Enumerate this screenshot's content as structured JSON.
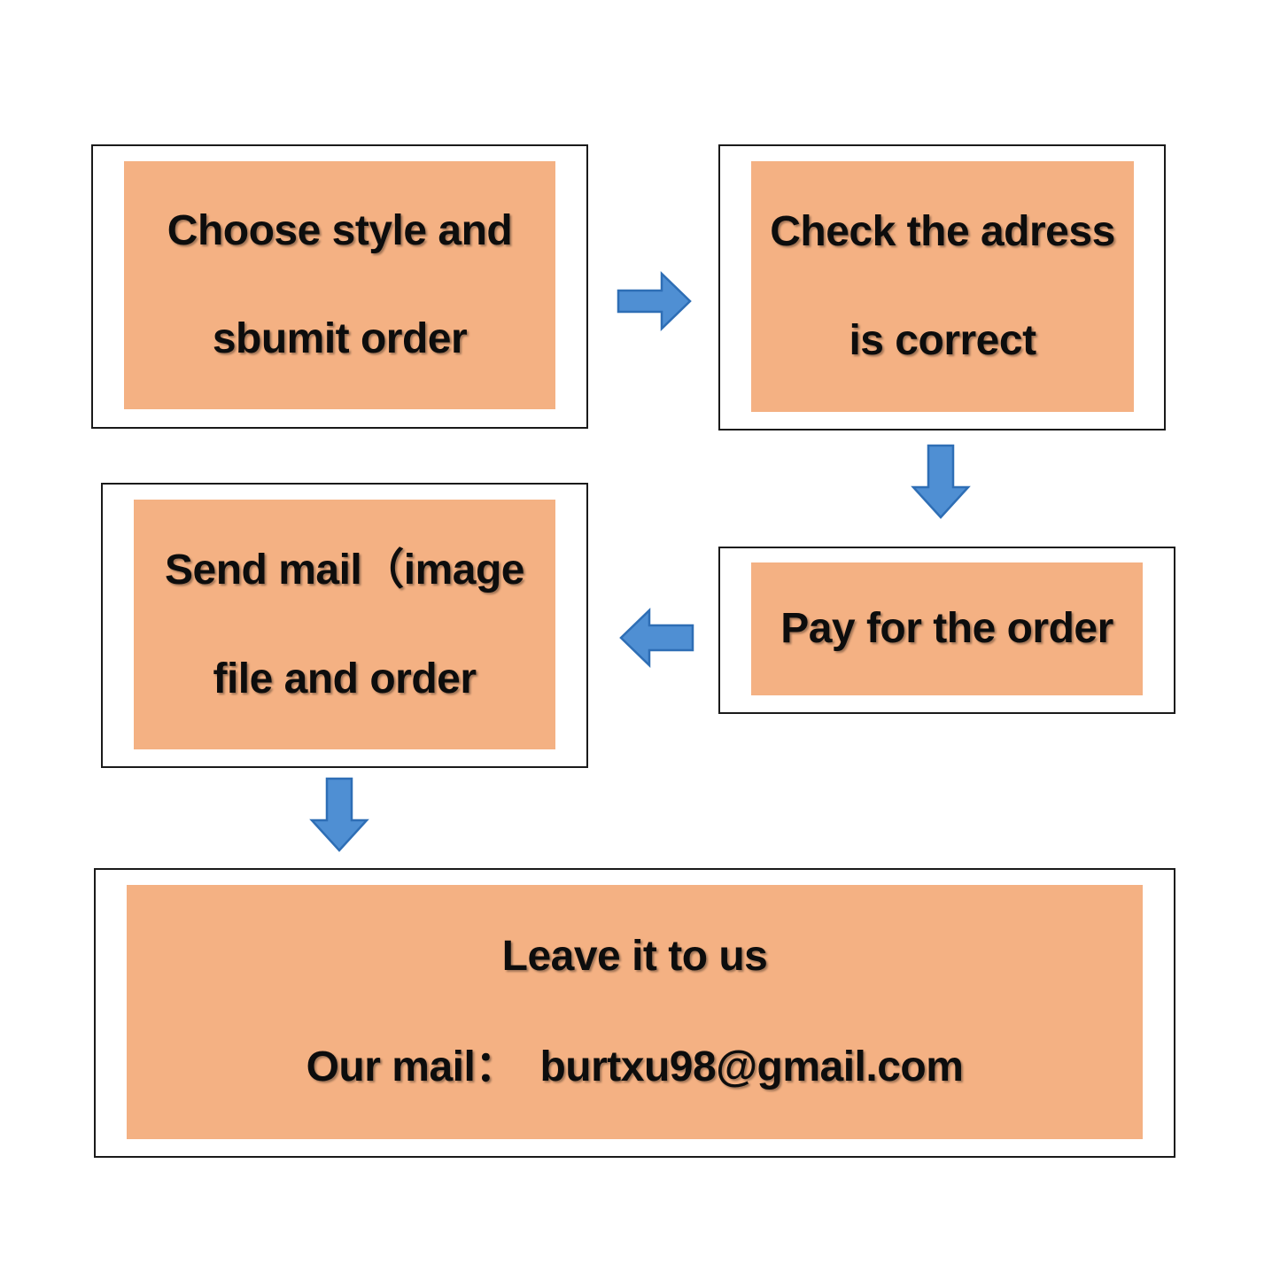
{
  "steps": {
    "step1": {
      "line1": "Choose style and",
      "line2": "sbumit order"
    },
    "step2": {
      "line1": "Check the adress",
      "line2": "is correct"
    },
    "step3": {
      "line1": "Pay for the order"
    },
    "step4": {
      "line1": "Send mail（image",
      "line2": "file and order"
    },
    "step5": {
      "line1": "Leave it to us",
      "line2": "Our mail：  burtxu98@gmail.com"
    }
  },
  "colors": {
    "panel_fill": "#f4b183",
    "arrow_fill": "#4f8fd3",
    "arrow_stroke": "#2e6eb5",
    "frame_border": "#1a1a1a"
  },
  "arrows": [
    {
      "name": "arrow-right-icon",
      "direction": "right"
    },
    {
      "name": "arrow-down-icon",
      "direction": "down"
    },
    {
      "name": "arrow-left-icon",
      "direction": "left"
    },
    {
      "name": "arrow-down-icon",
      "direction": "down"
    }
  ]
}
